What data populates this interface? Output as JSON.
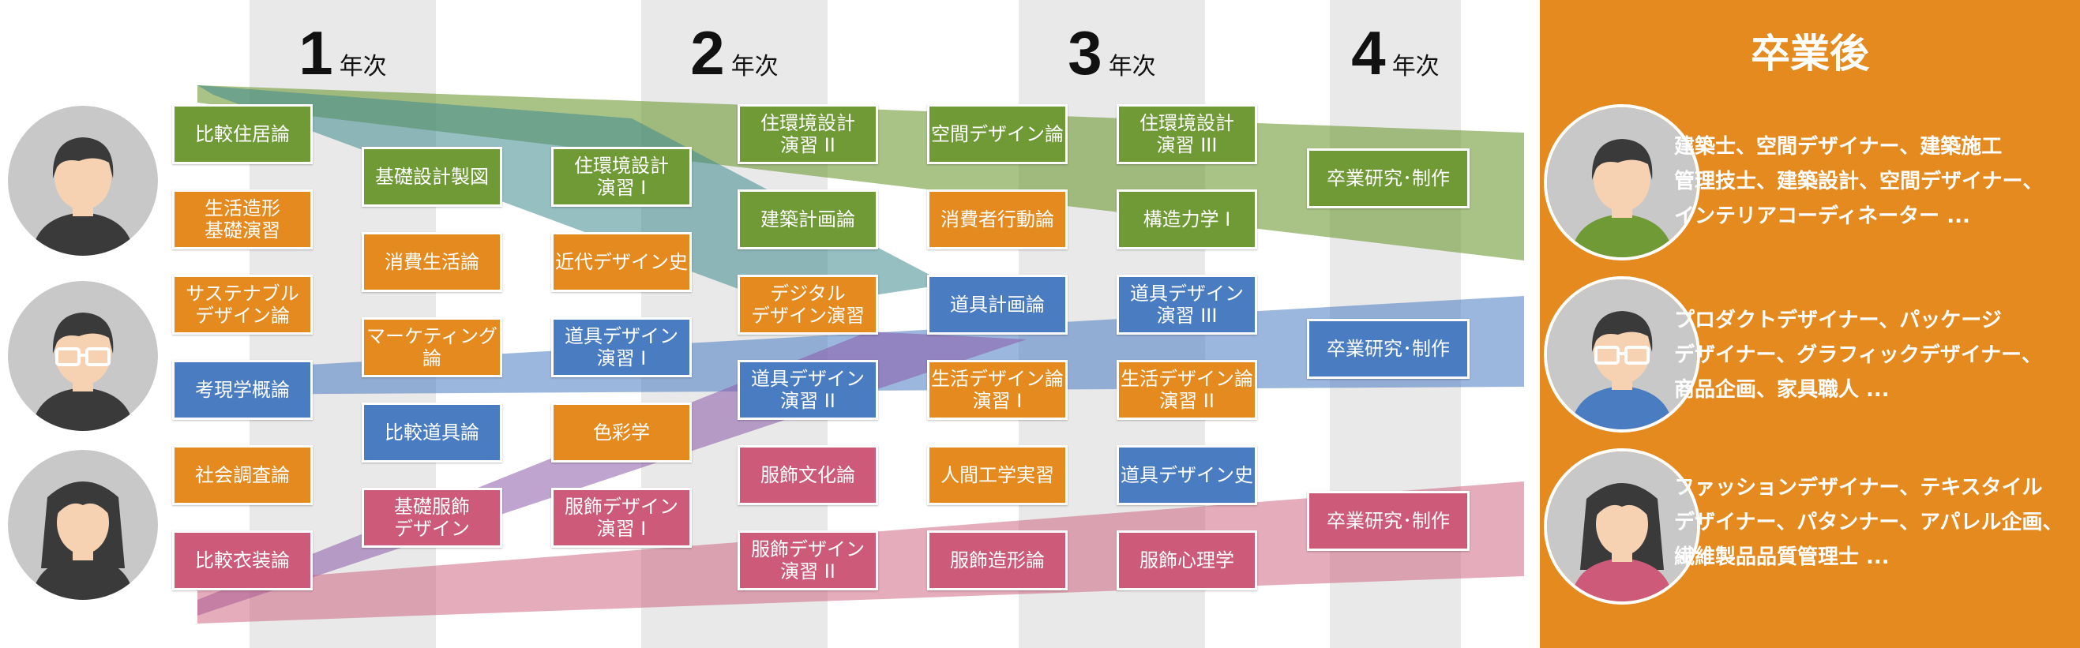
{
  "years": [
    {
      "num": "1",
      "label": "年次"
    },
    {
      "num": "2",
      "label": "年次"
    },
    {
      "num": "3",
      "label": "年次"
    },
    {
      "num": "4",
      "label": "年次"
    }
  ],
  "after_title": "卒業後",
  "courses": {
    "c1": "比較住居論",
    "c2": "生活造形\n基礎演習",
    "c3": "サステナブル\nデザイン論",
    "c4": "考現学概論",
    "c5": "社会調査論",
    "c6": "比較衣装論",
    "c7": "基礎設計製図",
    "c8": "消費生活論",
    "c9": "マーケティング論",
    "c10": "比較道具論",
    "c11": "基礎服飾\nデザイン",
    "c12": "住環境設計\n演習 I",
    "c13": "近代デザイン史",
    "c14": "道具デザイン\n演習 I",
    "c15": "色彩学",
    "c16": "服飾デザイン\n演習 I",
    "c17": "住環境設計\n演習 II",
    "c18": "建築計画論",
    "c19": "デジタル\nデザイン演習",
    "c20": "道具デザイン\n演習 II",
    "c21": "服飾文化論",
    "c22": "服飾デザイン\n演習 II",
    "c23": "空間デザイン論",
    "c24": "消費者行動論",
    "c25": "道具計画論",
    "c26": "生活デザイン論\n演習 I",
    "c27": "人間工学実習",
    "c28": "服飾造形論",
    "c29": "住環境設計\n演習 III",
    "c30": "構造力学 I",
    "c31": "道具デザイン\n演習 III",
    "c32": "生活デザイン論\n演習 II",
    "c33": "道具デザイン史",
    "c34": "服飾心理学",
    "g1": "卒業研究･制作",
    "g2": "卒業研究･制作",
    "g3": "卒業研究･制作"
  },
  "careers": [
    {
      "line1": "建築士、空間デザイナー、建築施工",
      "line2": "管理技士、建築設計、空間デザイナー、",
      "line3": "インテリアコーディネーター ..."
    },
    {
      "line1": "プロダクトデザイナー、パッケージ",
      "line2": "デザイナー、グラフィックデザイナー、",
      "line3": "商品企画、家具職人 ..."
    },
    {
      "line1": "ファッションデザイナー、テキスタイル",
      "line2": "デザイナー、パタンナー、アパレル企画、",
      "line3": "繊維製品品質管理士 ..."
    }
  ],
  "colors": {
    "green": "#6f9a36",
    "orange": "#e48a1e",
    "blue": "#4a7cc2",
    "pink": "#cc5a78"
  },
  "icons": [
    "person-icon",
    "person-glasses-icon",
    "person-woman-icon"
  ]
}
